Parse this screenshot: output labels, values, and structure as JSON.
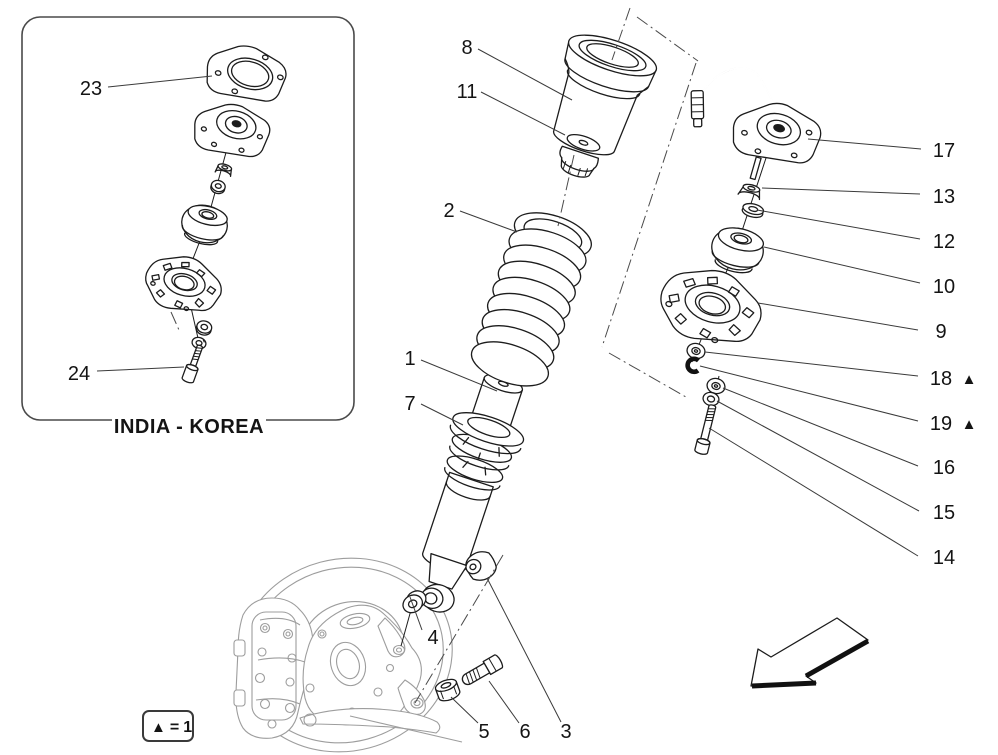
{
  "inset": {
    "caption": "INDIA - KOREA"
  },
  "legend": {
    "symbol": "▲",
    "equals": "=",
    "value": "1"
  },
  "labels": {
    "p1": "1",
    "p2": "2",
    "p3": "3",
    "p4": "4",
    "p5": "5",
    "p6": "6",
    "p7": "7",
    "p8": "8",
    "p9": "9",
    "p10": "10",
    "p11": "11",
    "p12": "12",
    "p13": "13",
    "p14": "14",
    "p15": "15",
    "p16": "16",
    "p17": "17",
    "p18": "18",
    "p19": "19",
    "p23": "23",
    "p24": "24"
  },
  "markers": {
    "p18": "▲",
    "p19": "▲"
  },
  "colors": {
    "line": "#1c1c1c",
    "background_part": "#9d9d9d",
    "text": "#141414",
    "page": "#ffffff"
  }
}
